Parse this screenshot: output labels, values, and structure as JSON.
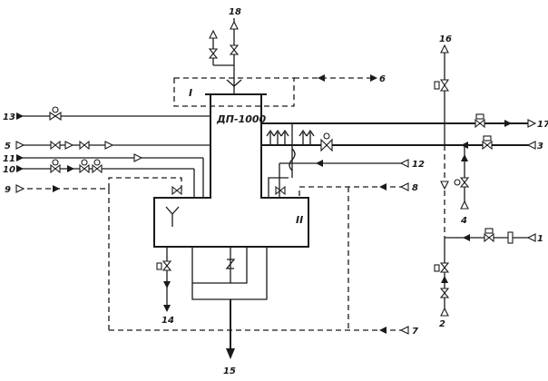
{
  "apparatus": {
    "main_label": "ДП-1000",
    "upper_section": "I",
    "lower_section": "II"
  },
  "streams": {
    "s1": "1",
    "s2": "2",
    "s3": "3",
    "s4": "4",
    "s5": "5",
    "s6": "6",
    "s7": "7",
    "s8": "8",
    "s9": "9",
    "s10": "10",
    "s11": "11",
    "s12": "12",
    "s13": "13",
    "s14": "14",
    "s15": "15",
    "s16": "16",
    "s17": "17",
    "s18": "18"
  }
}
